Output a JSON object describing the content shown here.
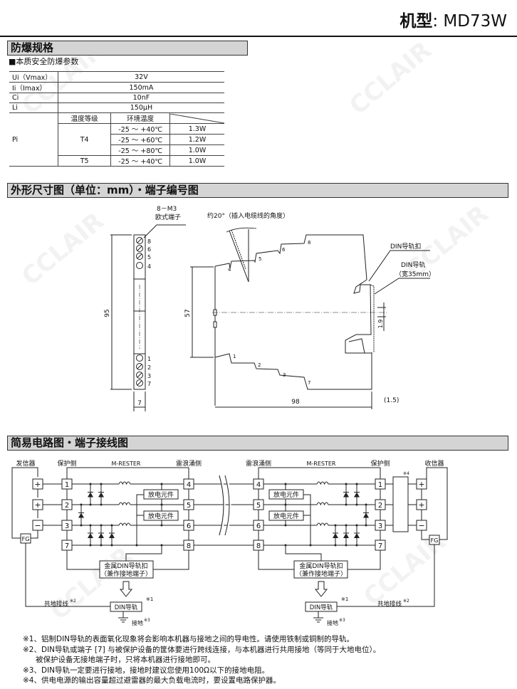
{
  "header": {
    "model_label": "机型",
    "model_sep": ": ",
    "model_value": "MD73W"
  },
  "watermark": "CCLAIR",
  "sections": {
    "explosion": "防爆规格",
    "dimensions": "外形尺寸图（单位：mm）・端子编号图",
    "circuit": "简易电路图・端子接线图"
  },
  "spec": {
    "subtitle": "■本质安全防爆参数",
    "rows": [
      {
        "param": "Ui（Vmax）",
        "value": "32V"
      },
      {
        "param": "Ii（Imax）",
        "value": "150mA"
      },
      {
        "param": "Ci",
        "value": "10nF"
      },
      {
        "param": "Li",
        "value": "150μH"
      }
    ],
    "pi": {
      "param": "Pi",
      "head_class": "温度等级",
      "head_temp": "环境温度",
      "rows": [
        {
          "class": "T4",
          "temp": "-25 ～ +40℃",
          "power": "1.3W"
        },
        {
          "temp": "-25 ～ +60℃",
          "power": "1.2W"
        },
        {
          "temp": "-25 ～ +80℃",
          "power": "1.0W"
        },
        {
          "class": "T5",
          "temp": "-25 ～ +40℃",
          "power": "1.0W"
        }
      ]
    }
  },
  "dimensions": {
    "terminal_spec": "8－M3",
    "terminal_type": "欧式端子",
    "angle_note": "约20°（插入电缆线的角度）",
    "din_clip": "DIN导轨扣",
    "din_rail": "DIN导轨",
    "din_width": "（宽35mm）",
    "height": "95",
    "width": "7",
    "inner_height": "57",
    "depth": "98",
    "offset": "(1.5)",
    "rail_offset": "1.9",
    "front_terminals_top": [
      "8",
      "6",
      "5",
      "4"
    ],
    "front_terminals_bottom": [
      "1",
      "2",
      "3",
      "7"
    ]
  },
  "circuit": {
    "transmitter": "发信器",
    "receiver": "收信器",
    "protected_side": "保护侧",
    "surge_side": "雷浪涌侧",
    "product": "M-RESTER",
    "discharge": "放电元件",
    "metal_clip_1": "金属DIN导轨扣",
    "metal_clip_2": "（兼作接地端子）",
    "din_rail": "DIN导轨",
    "common_ground": "共地接线",
    "ground": "接地",
    "fg": "FG",
    "signs": [
      "+",
      "+",
      "−"
    ],
    "mark1": "※1",
    "mark2": "※2",
    "mark3": "※3",
    "mark4": "※4",
    "prot_terminals": [
      "1",
      "2",
      "3",
      "7"
    ],
    "surge_terminals": [
      "4",
      "5",
      "6",
      "8"
    ]
  },
  "notes": [
    "※1、铝制DIN导轨的表面氧化现象将会影响本机器与接地之间的导电性。请使用铁制或铜制的导轨。",
    "※2、DIN导轨或端子 [7] 与被保护设备的筐体要进行跨线连接，与本机器进行共用接地（等同于大地电位）。",
    "被保护设备无接地端子时，只将本机器进行接地即可。",
    "※3、DIN导轨一定要进行接地，接地时建议您使用100Ω以下的接地电阻。",
    "※4、供电电源的输出容量超过避雷器的最大负载电流时，要设置电路保护器。"
  ]
}
